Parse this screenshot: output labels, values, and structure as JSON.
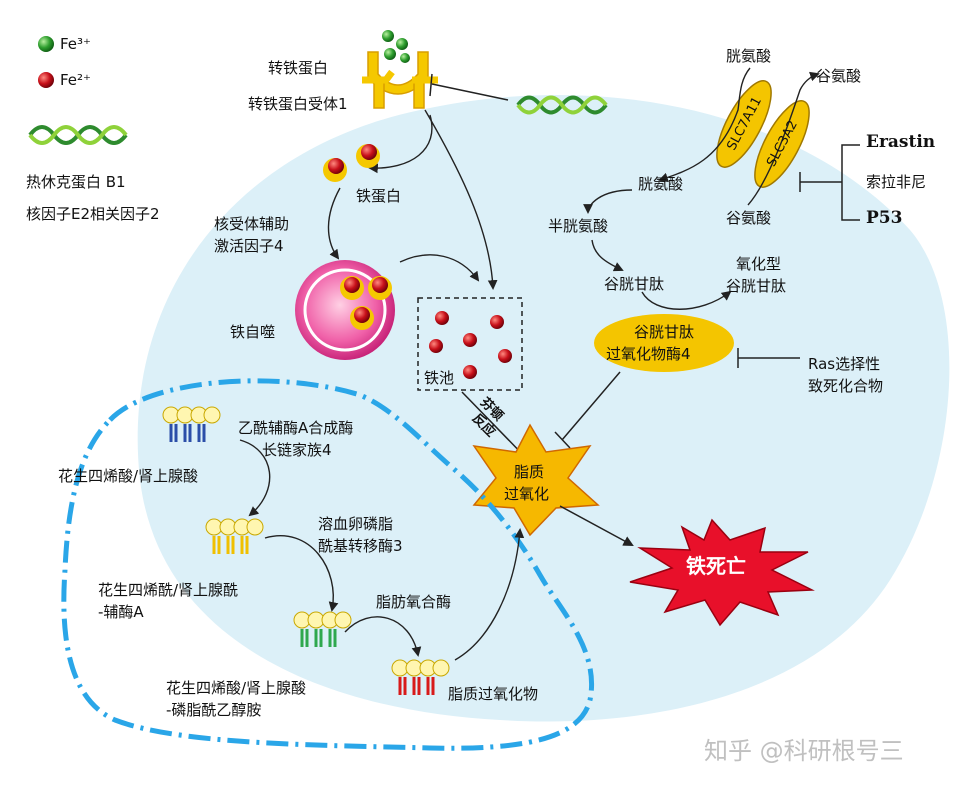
{
  "legend": {
    "fe3": "Fe³⁺",
    "fe2": "Fe²⁺",
    "hsp": "热休克蛋白 B1",
    "nrf2": "核因子E2相关因子2"
  },
  "iron": {
    "transferrin": "转铁蛋白",
    "transferrin_receptor": "转铁蛋白受体1",
    "ferritin": "铁蛋白",
    "ncoa4": [
      "核受体辅助",
      "激活因子4"
    ],
    "ferritinophagy": "铁自噬",
    "iron_pool": "铁池",
    "fenton": [
      "芬顿",
      "反应"
    ]
  },
  "glutathione": {
    "cystine_top": "胱氨酸",
    "glutamate_top": "谷氨酸",
    "slc7a11": "SLC7A11",
    "slc3a2": "SLC3A2",
    "cystine": "胱氨酸",
    "glutamate": "谷氨酸",
    "cysteine": "半胱氨酸",
    "gsh": "谷胱甘肽",
    "gssg": [
      "氧化型",
      "谷胱甘肽"
    ],
    "gpx4": [
      "谷胱甘肽",
      "过氧化物酶4"
    ],
    "erastin": "Erastin",
    "sorafenib": "索拉非尼",
    "p53": "P53",
    "rsl": [
      "Ras选择性",
      "致死化合物"
    ]
  },
  "lipid": {
    "acsl4": [
      "乙酰辅酶A合成酶",
      "长链家族4"
    ],
    "aa": "花生四烯酸/肾上腺酸",
    "aa_coa": [
      "花生四烯酰/肾上腺酰",
      "-辅酶A"
    ],
    "lpcat3": [
      "溶血卵磷脂",
      "酰基转移酶3"
    ],
    "aa_pe": [
      "花生四烯酸/肾上腺酸",
      "-磷脂酰乙醇胺"
    ],
    "lox": "脂肪氧合酶",
    "lipid_peroxides": "脂质过氧化物",
    "lipid_peroxidation": [
      "脂质",
      "过氧化"
    ],
    "ferroptosis": "铁死亡"
  },
  "watermark": "知乎 @科研根号三",
  "colors": {
    "cell": "#dcf0f8",
    "fe3": "#2e9e2e",
    "fe2": "#c8101a",
    "ring": "#f2c200",
    "enzyme": "#f4c500",
    "star": "#f6b800",
    "burst": "#e8102a",
    "dash": "#2aa6e8"
  }
}
